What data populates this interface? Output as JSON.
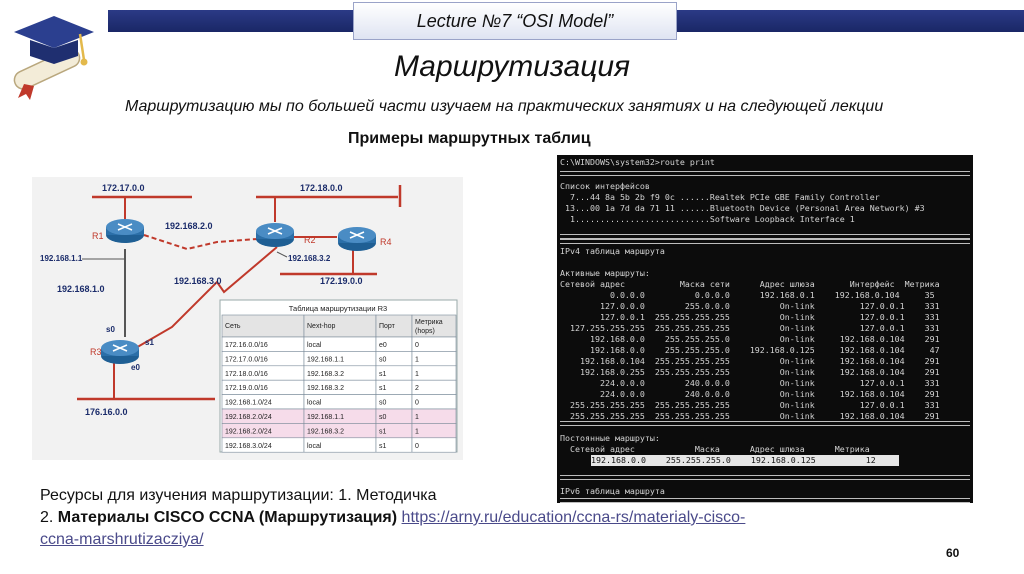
{
  "header": {
    "lecture_label": "Lecture  №7 “OSI Model”"
  },
  "title": "Маршрутизация",
  "intro": "Маршрутизацию мы по большей части изучаем на практических занятиях и на следующей лекции",
  "examples_title": "Примеры маршрутных таблиц",
  "diagram": {
    "networks": {
      "net_172_17": "172.17.0.0",
      "net_172_18": "172.18.0.0",
      "net_192_168_2": "192.168.2.0",
      "net_192_168_3": "192.168.3.0",
      "net_192_168_1": "192.168.1.0",
      "net_172_19": "172.19.0.0",
      "net_176_16": "176.16.0.0"
    },
    "addresses": {
      "addr_1_1": "192.168.1.1",
      "addr_3_2": "192.168.3.2"
    },
    "routers": {
      "r1": "R1",
      "r2": "R2",
      "r3": "R3",
      "r4": "R4"
    },
    "ports": {
      "s0": "s0",
      "s1": "s1",
      "e0": "e0"
    },
    "table": {
      "title": "Таблица маршрутизации R3",
      "headers": [
        "Сеть",
        "Next-hop",
        "Порт",
        "Метрика (hops)"
      ],
      "rows": [
        [
          "172.16.0.0/16",
          "local",
          "e0",
          "0"
        ],
        [
          "172.17.0.0/16",
          "192.168.1.1",
          "s0",
          "1"
        ],
        [
          "172.18.0.0/16",
          "192.168.3.2",
          "s1",
          "1"
        ],
        [
          "172.19.0.0/16",
          "192.168.3.2",
          "s1",
          "2"
        ],
        [
          "192.168.1.0/24",
          "local",
          "s0",
          "0"
        ],
        [
          "192.168.2.0/24",
          "192.168.1.1",
          "s0",
          "1"
        ],
        [
          "192.168.2.0/24",
          "192.168.3.2",
          "s1",
          "1"
        ],
        [
          "192.168.3.0/24",
          "local",
          "s1",
          "0"
        ]
      ],
      "row_colors": [
        "#ffffff",
        "#ffffff",
        "#ffffff",
        "#ffffff",
        "#ffffff",
        "#f6dcea",
        "#f6dcea",
        "#ffffff"
      ]
    }
  },
  "console": {
    "lines": [
      "C:\\WINDOWS\\system32>route print",
      "Список интерфейсов",
      "  7...44 8a 5b 2b f9 0c ......Realtek PCIe GBE Family Controller",
      " 13...00 1a 7d da 71 11 ......Bluetooth Device (Personal Area Network) #3",
      "  1...........................Software Loopback Interface 1",
      "IPv4 таблица маршрута",
      "Активные маршруты:",
      "Сетевой адрес           Маска сети      Адрес шлюза       Интерфейс  Метрика",
      "          0.0.0.0          0.0.0.0      192.168.0.1    192.168.0.104     35",
      "        127.0.0.0        255.0.0.0          On-link         127.0.0.1    331",
      "        127.0.0.1  255.255.255.255          On-link         127.0.0.1    331",
      "  127.255.255.255  255.255.255.255          On-link         127.0.0.1    331",
      "      192.168.0.0    255.255.255.0          On-link     192.168.0.104    291",
      "      192.168.0.0    255.255.255.0    192.168.0.125     192.168.0.104     47",
      "    192.168.0.104  255.255.255.255          On-link     192.168.0.104    291",
      "    192.168.0.255  255.255.255.255          On-link     192.168.0.104    291",
      "        224.0.0.0        240.0.0.0          On-link         127.0.0.1    331",
      "        224.0.0.0        240.0.0.0          On-link     192.168.0.104    291",
      "  255.255.255.255  255.255.255.255          On-link         127.0.0.1    331",
      "  255.255.255.255  255.255.255.255          On-link     192.168.0.104    291",
      "Постоянные маршруты:",
      "  Сетевой адрес            Маска      Адрес шлюза      Метрика",
      "      192.168.0.0    255.255.255.0    192.168.0.125          12",
      "IPv6 таблица маршрута"
    ]
  },
  "resources": {
    "prefix": "Ресурсы для изучения маршрутизации: 1. Методичка",
    "item2_label": "2. ",
    "item2_bold": "Материалы CISCO CCNA (Маршрутизация)",
    "link_part1": "https://arny.ru/education/ccna-rs/materialy-cisco-",
    "link_part2": "ccna-marshrutizacziya/"
  },
  "page_number": "60",
  "colors": {
    "header_bar": "#1f2b70",
    "router": "#2b6fa8",
    "link_red": "#c0392b",
    "console_bg": "#0c0c0c"
  },
  "icons": {
    "logo": "graduation-cap-diploma-icon",
    "router": "router-icon"
  }
}
